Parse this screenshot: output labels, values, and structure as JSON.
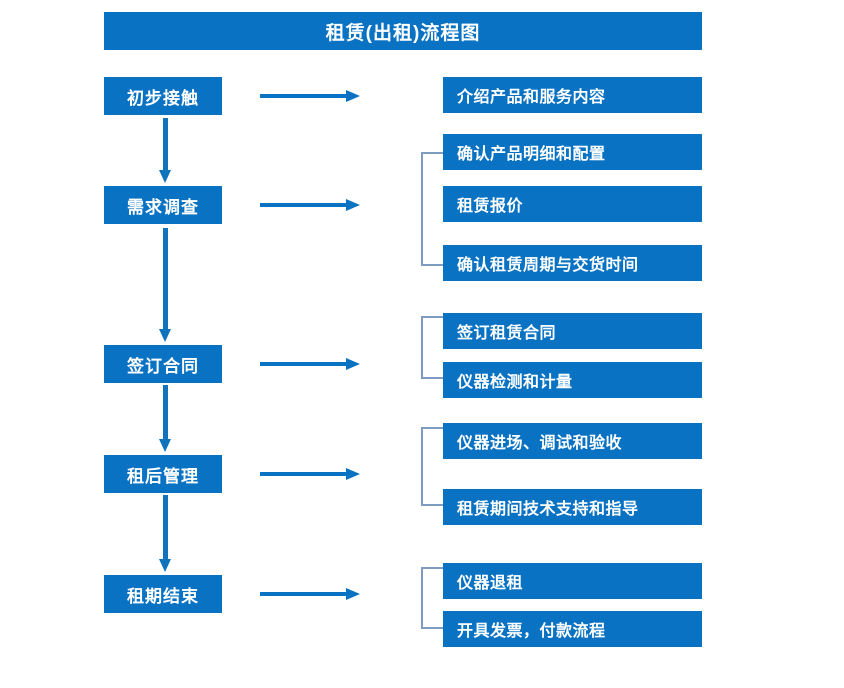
{
  "header": {
    "title": "租赁(出租)流程图"
  },
  "colors": {
    "primary_blue": "#0a72c3",
    "arrow_blue": "#1273bd",
    "bracket_blue": "#7d9cc0",
    "text_white": "#ffffff",
    "background": "#ffffff"
  },
  "flow": {
    "stages": [
      {
        "label": "初步接触"
      },
      {
        "label": "需求调查"
      },
      {
        "label": "签订合同"
      },
      {
        "label": "租后管理"
      },
      {
        "label": "租期结束"
      }
    ],
    "details": [
      {
        "label": "介绍产品和服务内容"
      },
      {
        "label": "确认产品明细和配置"
      },
      {
        "label": "租赁报价"
      },
      {
        "label": "确认租赁周期与交货时间"
      },
      {
        "label": "签订租赁合同"
      },
      {
        "label": "仪器检测和计量"
      },
      {
        "label": "仪器进场、调试和验收"
      },
      {
        "label": "租赁期间技术支持和指导"
      },
      {
        "label": "仪器退租"
      },
      {
        "label": "开具发票，付款流程"
      }
    ],
    "connectors": {
      "horizontal_arrow_count": 5,
      "vertical_arrow_count": 4,
      "bracket_count": 4
    }
  }
}
